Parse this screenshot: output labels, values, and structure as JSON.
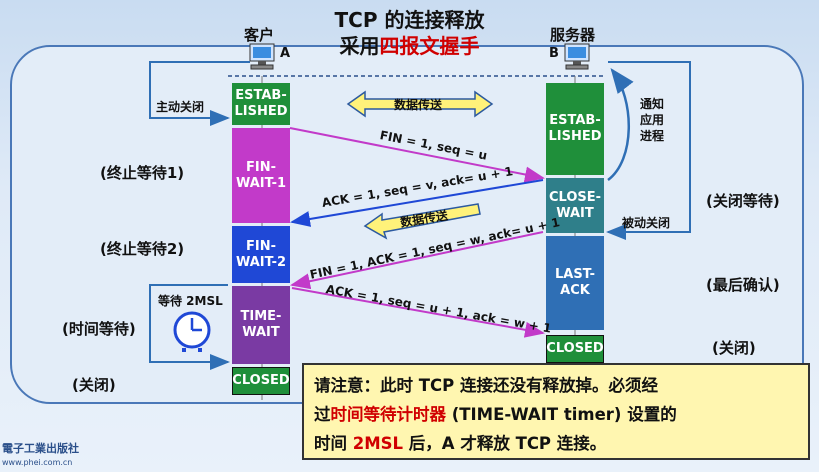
{
  "title": {
    "line1": "TCP 的连接释放",
    "line2_prefix": "采用",
    "line2_highlight": "四报文握手"
  },
  "hosts": {
    "client": {
      "name": "客户",
      "letter": "A"
    },
    "server": {
      "name": "服务器",
      "letter": "B"
    }
  },
  "client_states": {
    "established": "ESTAB-LISHED",
    "fin_wait_1": "FIN-WAIT-1",
    "fin_wait_2": "FIN-WAIT-2",
    "time_wait": "TIME-WAIT",
    "closed": "CLOSED"
  },
  "server_states": {
    "established": "ESTAB-LISHED",
    "close_wait": "CLOSE-WAIT",
    "last_ack": "LAST-ACK",
    "closed": "CLOSED"
  },
  "left_labels": {
    "active_close": "主动关闭",
    "fin_wait_1": "(终止等待1)",
    "fin_wait_2": "(终止等待2)",
    "time_wait": "(时间等待)",
    "closed": "(关闭)",
    "wait_2msl": "等待 2MSL"
  },
  "right_labels": {
    "notify": "通知应用进程",
    "passive_close": "被动关闭",
    "close_wait": "(关闭等待)",
    "last_ack": "(最后确认)",
    "closed": "(关闭)"
  },
  "messages": {
    "data_transfer": "数据传送",
    "fin1": "FIN = 1, seq = u",
    "ack1": "ACK = 1, seq = v, ack= u + 1",
    "fin2": "FIN = 1, ACK = 1, seq = w, ack= u + 1",
    "ack2": "ACK = 1, seq = u + 1, ack = w + 1"
  },
  "note": {
    "line1": "请注意：此时 TCP 连接还没有释放掉。必须经",
    "line2_prefix": "过",
    "line2_highlight": "时间等待计时器",
    "line2_suffix": " (TIME-WAIT timer) 设置的",
    "line3_prefix": "时间 ",
    "line3_highlight": "2MSL",
    "line3_suffix": " 后，A 才释放 TCP 连接。"
  },
  "publisher": {
    "name": "電子工業出版社",
    "url": "www.phei.com.cn"
  },
  "colors": {
    "green": "#1f8f3a",
    "magenta": "#c23ac9",
    "blue": "#1f48d6",
    "purple": "#7a3aa3",
    "teal": "#2f7f8a",
    "steel": "#2f6fb5"
  }
}
